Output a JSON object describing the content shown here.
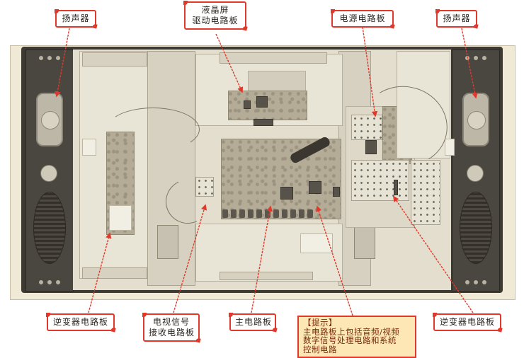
{
  "diagram": {
    "subject": "LCD TV rear internal layout",
    "accent_color": "#e0392b",
    "tip_background": "#fde7b5",
    "labels": {
      "speaker_left": "扬声器",
      "lcd_driver_board": [
        "液晶屏",
        "驱动电路板"
      ],
      "power_board": "电源电路板",
      "speaker_right": "扬声器",
      "inverter_left": "逆变器电路板",
      "tv_signal_receiver": [
        "电视信号",
        "接收电路板"
      ],
      "main_board": "主电路板",
      "inverter_right": "逆变器电路板"
    },
    "tip": {
      "title": "【提示】",
      "lines": [
        "主电路板上包括音频/视频",
        "数字信号处理电路和系统",
        "控制电路"
      ]
    }
  }
}
